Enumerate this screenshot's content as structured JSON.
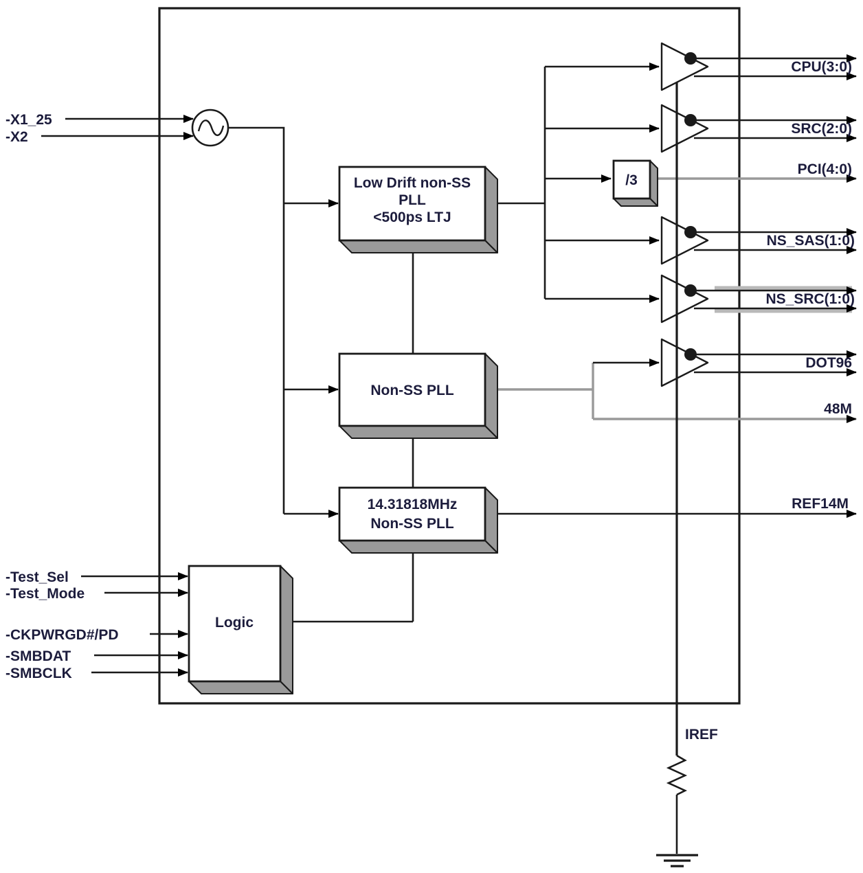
{
  "figure": {
    "kind": "clock-generator-block-diagram",
    "inputs": {
      "x1_25": "-X1_25",
      "x2": "-X2",
      "test_sel": "-Test_Sel",
      "test_mode": "-Test_Mode",
      "ckpwrgd_pd": "-CKPWRGD#/PD",
      "smbdat": "-SMBDAT",
      "smbclk": "-SMBCLK"
    },
    "blocks": {
      "low_drift_pll": {
        "l1": "Low Drift non-SS",
        "l2": "PLL",
        "l3": "<500ps LTJ"
      },
      "non_ss_pll": {
        "l1": "Non-SS PLL"
      },
      "ref14m_pll": {
        "l1": "14.31818MHz",
        "l2": "Non-SS PLL"
      },
      "logic": {
        "l1": "Logic"
      },
      "divider": {
        "l1": "/3"
      }
    },
    "outputs": {
      "cpu": "CPU(3:0)",
      "src": "SRC(2:0)",
      "pci": "PCI(4:0)",
      "ns_sas": "NS_SAS(1:0)",
      "ns_src": "NS_SRC(1:0)",
      "dot96": "DOT96",
      "m48": "48M",
      "ref14m": "REF14M"
    },
    "pins": {
      "iref": "IREF"
    },
    "colors": {
      "line": "#1a1a1a",
      "gray_line": "#999999",
      "box_shadow": "#9a9a9a",
      "text": "#1c1c3c"
    }
  }
}
